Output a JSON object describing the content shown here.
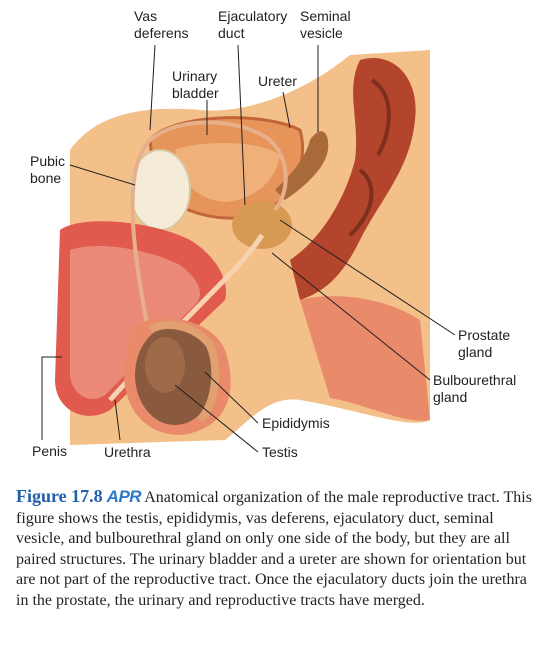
{
  "labels": {
    "vas_deferens": [
      "Vas",
      "deferens"
    ],
    "ejaculatory_duct": [
      "Ejaculatory",
      "duct"
    ],
    "seminal_vesicle": [
      "Seminal",
      "vesicle"
    ],
    "urinary_bladder": [
      "Urinary",
      "bladder"
    ],
    "ureter": "Ureter",
    "pubic_bone": [
      "Pubic",
      "bone"
    ],
    "prostate_gland": [
      "Prostate",
      "gland"
    ],
    "bulbourethral_gland": [
      "Bulbourethral",
      "gland"
    ],
    "epididymis": "Epididymis",
    "testis": "Testis",
    "penis": "Penis",
    "urethra": "Urethra"
  },
  "caption": {
    "figure_number": "Figure 17.8",
    "badge": "APR",
    "text": "Anatomical organization of the male reproductive tract. This figure shows the testis, epididymis, vas deferens, ejaculatory duct, seminal vesicle, and bulbourethral gland on only one side of the body, but they are all paired structures. The urinary bladder and a ureter are shown for orientation but are not part of the reproductive tract. Once the ejaculatory ducts join the urethra in the prostate, the urinary and reproductive tracts have merged."
  },
  "colors": {
    "skin": "#f4c08a",
    "tissue_red": "#e05a4e",
    "bladder": "#e7945a",
    "testis": "#8a5a3e",
    "bone": "#f4ecd8",
    "fig_blue": "#1f5ea8"
  }
}
